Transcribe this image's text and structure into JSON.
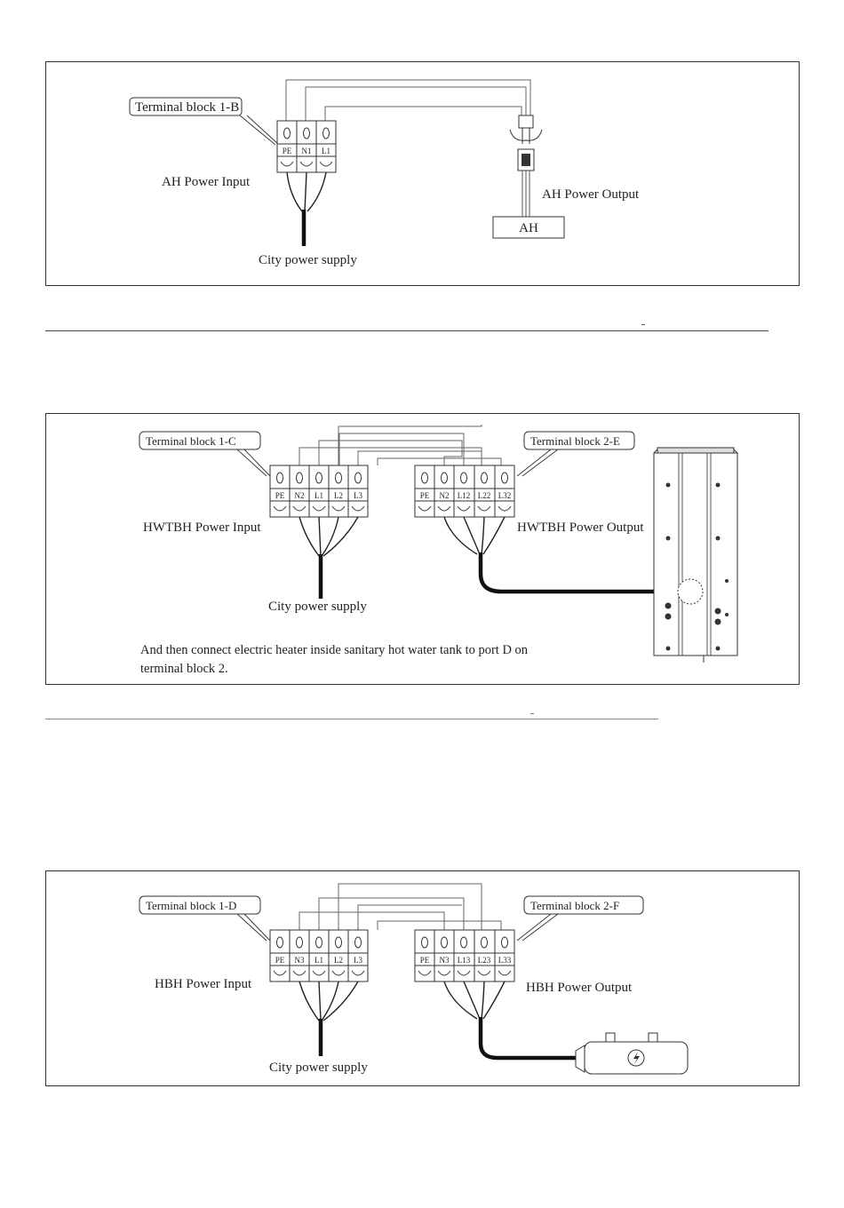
{
  "diagram_ah": {
    "block_label": "Terminal block 1-B",
    "terminals": [
      "PE",
      "N1",
      "L1"
    ],
    "input_label": "AH Power Input",
    "output_label": "AH Power Output",
    "device_label": "AH",
    "supply_label": "City power supply"
  },
  "diagram_hwtbh": {
    "block_in_label": "Terminal block 1-C",
    "block_out_label": "Terminal block 2-E",
    "terminals_in": [
      "PE",
      "N2",
      "L1",
      "L2",
      "L3"
    ],
    "terminals_out": [
      "PE",
      "N2",
      "L12",
      "L22",
      "L32"
    ],
    "input_label": "HWTBH Power Input",
    "output_label": "HWTBH Power Output",
    "supply_label": "City power supply",
    "note_line1": "And then connect electric heater inside sanitary hot water tank to port D on",
    "note_line2": "terminal block 2."
  },
  "diagram_hbh": {
    "block_in_label": "Terminal block 1-D",
    "block_out_label": "Terminal block 2-F",
    "terminals_in": [
      "PE",
      "N3",
      "L1",
      "L2",
      "L3"
    ],
    "terminals_out": [
      "PE",
      "N3",
      "L13",
      "L23",
      "L33"
    ],
    "input_label": "HBH Power Input",
    "output_label": "HBH Power Output",
    "supply_label": "City power supply"
  }
}
